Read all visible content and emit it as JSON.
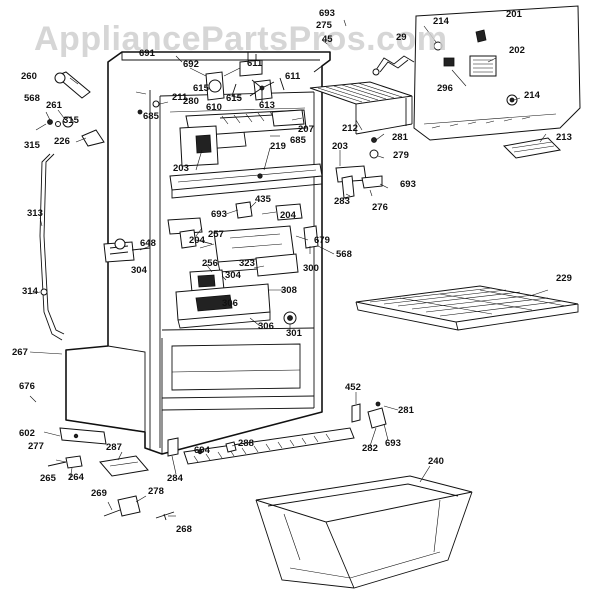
{
  "watermark": "AppliancePartsPros.com",
  "callouts": [
    {
      "id": "693a",
      "label": "693"
    },
    {
      "id": "275",
      "label": "275"
    },
    {
      "id": "45",
      "label": "45"
    },
    {
      "id": "29",
      "label": "29"
    },
    {
      "id": "214a",
      "label": "214"
    },
    {
      "id": "201",
      "label": "201"
    },
    {
      "id": "202",
      "label": "202"
    },
    {
      "id": "296",
      "label": "296"
    },
    {
      "id": "214b",
      "label": "214"
    },
    {
      "id": "691",
      "label": "691"
    },
    {
      "id": "692",
      "label": "692"
    },
    {
      "id": "611a",
      "label": "611"
    },
    {
      "id": "611b",
      "label": "611"
    },
    {
      "id": "260",
      "label": "260"
    },
    {
      "id": "261",
      "label": "261"
    },
    {
      "id": "568a",
      "label": "568"
    },
    {
      "id": "315a",
      "label": "315"
    },
    {
      "id": "315b",
      "label": "315"
    },
    {
      "id": "226",
      "label": "226"
    },
    {
      "id": "615a",
      "label": "615"
    },
    {
      "id": "615b",
      "label": "615"
    },
    {
      "id": "613",
      "label": "613"
    },
    {
      "id": "610",
      "label": "610"
    },
    {
      "id": "280",
      "label": "280"
    },
    {
      "id": "211",
      "label": "211"
    },
    {
      "id": "685a",
      "label": "685"
    },
    {
      "id": "685b",
      "label": "685"
    },
    {
      "id": "207",
      "label": "207"
    },
    {
      "id": "212",
      "label": "212"
    },
    {
      "id": "281a",
      "label": "281"
    },
    {
      "id": "279",
      "label": "279"
    },
    {
      "id": "213",
      "label": "213"
    },
    {
      "id": "203a",
      "label": "203"
    },
    {
      "id": "203b",
      "label": "203"
    },
    {
      "id": "219",
      "label": "219"
    },
    {
      "id": "693b",
      "label": "693"
    },
    {
      "id": "283",
      "label": "283"
    },
    {
      "id": "276",
      "label": "276"
    },
    {
      "id": "435",
      "label": "435"
    },
    {
      "id": "693c",
      "label": "693"
    },
    {
      "id": "204a",
      "label": "204"
    },
    {
      "id": "313",
      "label": "313"
    },
    {
      "id": "648",
      "label": "648"
    },
    {
      "id": "257",
      "label": "257"
    },
    {
      "id": "204b",
      "label": "204"
    },
    {
      "id": "679",
      "label": "679"
    },
    {
      "id": "568b",
      "label": "568"
    },
    {
      "id": "304a",
      "label": "304"
    },
    {
      "id": "256",
      "label": "256"
    },
    {
      "id": "323",
      "label": "323"
    },
    {
      "id": "304b",
      "label": "304"
    },
    {
      "id": "300",
      "label": "300"
    },
    {
      "id": "314",
      "label": "314"
    },
    {
      "id": "308",
      "label": "308"
    },
    {
      "id": "229",
      "label": "229"
    },
    {
      "id": "306a",
      "label": "306"
    },
    {
      "id": "306b",
      "label": "306"
    },
    {
      "id": "301",
      "label": "301"
    },
    {
      "id": "267",
      "label": "267"
    },
    {
      "id": "676",
      "label": "676"
    },
    {
      "id": "452",
      "label": "452"
    },
    {
      "id": "281b",
      "label": "281"
    },
    {
      "id": "602",
      "label": "602"
    },
    {
      "id": "277",
      "label": "277"
    },
    {
      "id": "693d",
      "label": "693"
    },
    {
      "id": "282",
      "label": "282"
    },
    {
      "id": "287",
      "label": "287"
    },
    {
      "id": "288",
      "label": "288"
    },
    {
      "id": "694",
      "label": "694"
    },
    {
      "id": "284",
      "label": "284"
    },
    {
      "id": "240",
      "label": "240"
    },
    {
      "id": "265",
      "label": "265"
    },
    {
      "id": "264",
      "label": "264"
    },
    {
      "id": "269",
      "label": "269"
    },
    {
      "id": "278",
      "label": "278"
    },
    {
      "id": "268",
      "label": "268"
    }
  ]
}
